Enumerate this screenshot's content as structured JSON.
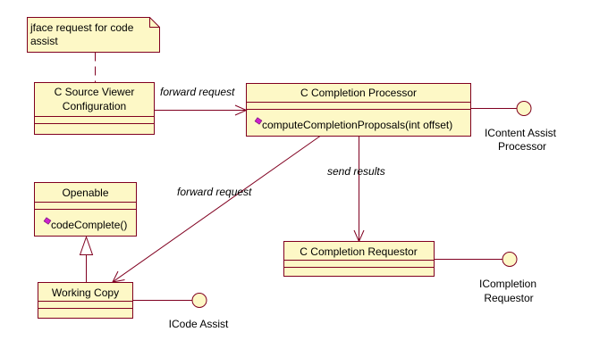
{
  "diagram": {
    "type": "uml-class-diagram",
    "note": {
      "lines": [
        "jface request for code",
        "assist"
      ]
    },
    "classes": {
      "source_viewer": {
        "name_lines": [
          "C Source Viewer",
          "Configuration"
        ],
        "operations": []
      },
      "completion_processor": {
        "name_lines": [
          "C Completion Processor"
        ],
        "operations": [
          "computeCompletionProposals(int offset)"
        ]
      },
      "openable": {
        "name_lines": [
          "Openable"
        ],
        "operations": [
          "codeComplete()"
        ]
      },
      "working_copy": {
        "name_lines": [
          "Working Copy"
        ],
        "operations": []
      },
      "completion_requestor": {
        "name_lines": [
          "C Completion Requestor"
        ],
        "operations": []
      }
    },
    "interfaces": {
      "content_assist": {
        "lines": [
          "IContent Assist",
          "Processor"
        ]
      },
      "completion_requestor": {
        "lines": [
          "ICompletion",
          "Requestor"
        ]
      },
      "code_assist": {
        "lines": [
          "ICode Assist"
        ]
      }
    },
    "edges": {
      "viewer_to_processor": {
        "label": "forward request",
        "kind": "association-navigable"
      },
      "processor_to_working_copy": {
        "label": "forward request",
        "kind": "association-navigable"
      },
      "processor_to_requestor": {
        "label": "send results",
        "kind": "association-navigable"
      },
      "working_copy_to_openable": {
        "label": "",
        "kind": "generalization"
      },
      "note_to_viewer": {
        "label": "",
        "kind": "note-anchor"
      }
    },
    "colors": {
      "line": "#800020",
      "fill": "#fdf8c6",
      "operation_icon": "#cc22cc"
    }
  }
}
